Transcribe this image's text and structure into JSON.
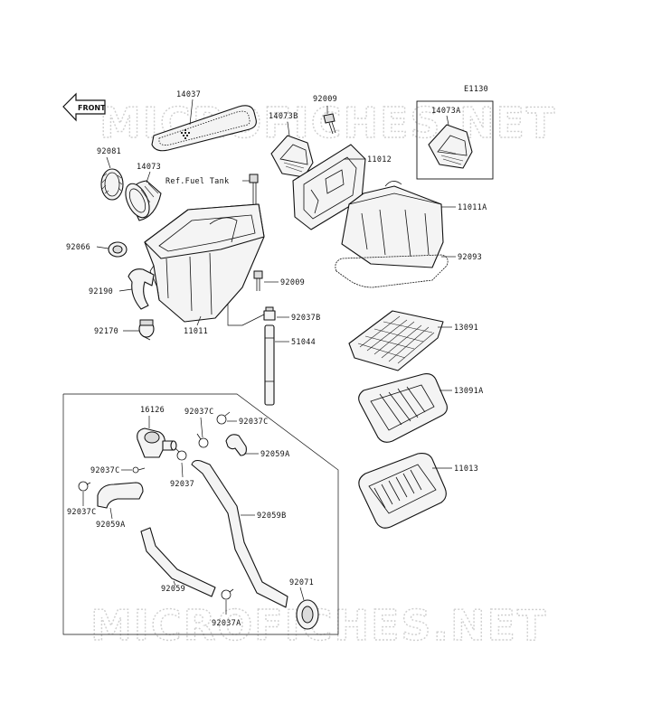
{
  "diagram_code": "E1130",
  "watermark_text": "MICROFICHES.NET",
  "front_label": "FRONT",
  "ref_note": "Ref.Fuel Tank",
  "labels": {
    "p14037": "14037",
    "p92081": "92081",
    "p14073": "14073",
    "p92066": "92066",
    "p92190": "92190",
    "p92170": "92170",
    "p11011": "11011",
    "p92009_top": "92009",
    "p14073B": "14073B",
    "p11012": "11012",
    "p14073A": "14073A",
    "p11011A": "11011A",
    "p92093": "92093",
    "p92009_mid": "92009",
    "p92037B": "92037B",
    "p51044": "51044",
    "p13091": "13091",
    "p13091A": "13091A",
    "p11013": "11013",
    "p16126": "16126",
    "p92037C_top": "92037C",
    "p92037C_right": "92037C",
    "p92059A_right": "92059A",
    "p92037C_left": "92037C",
    "p92037": "92037",
    "p92037C_bottom": "92037C",
    "p92059A_left": "92059A",
    "p92059B": "92059B",
    "p92059": "92059",
    "p92071": "92071",
    "p92037A": "92037A"
  }
}
